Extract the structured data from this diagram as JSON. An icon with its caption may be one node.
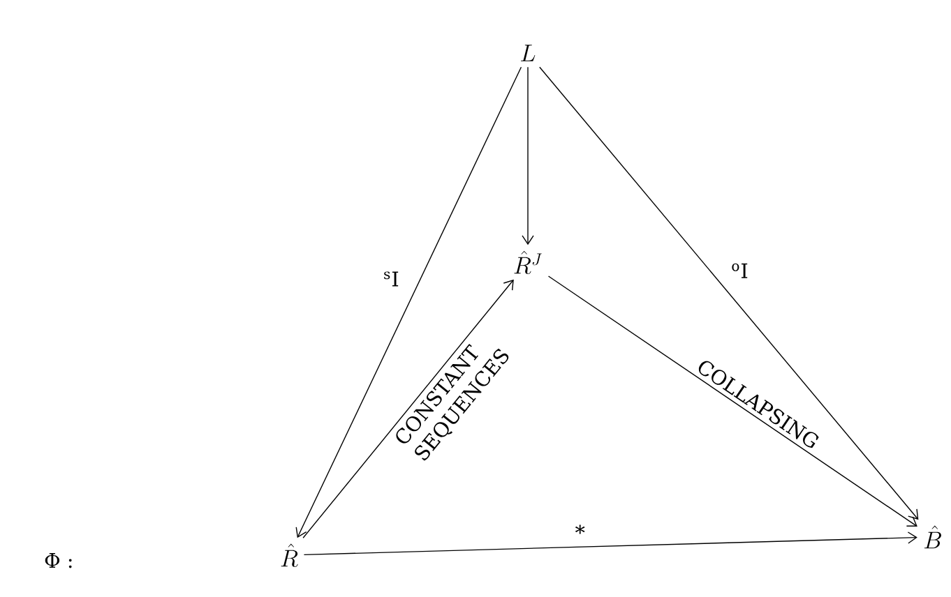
{
  "diagram": {
    "nodes": [
      {
        "text": [
          "L"
        ]
      },
      {
        "text": [
          "\\hat{R}^{J}"
        ]
      },
      {
        "text": [
          "\\hat{R}"
        ]
      },
      {
        "text": [
          "\\hat{B}"
        ]
      }
    ],
    "edges": [
      {
        "from": 0,
        "to": 1,
        "arrow": "to"
      },
      {
        "from": 0,
        "to": 2,
        "arrow": "to",
        "label": "$^{s}$I"
      },
      {
        "from": 0,
        "to": 3,
        "arrow": "to",
        "label": "$^{o}$I"
      },
      {
        "from": 2,
        "to": 1,
        "arrow": "to",
        "label": "CONSTANT SEQUENCES"
      },
      {
        "from": 1,
        "to": 3,
        "arrow": "to",
        "label": "COLLAPSING"
      },
      {
        "from": 2,
        "to": 3,
        "arrow": "to",
        "label": "*"
      }
    ],
    "labels": [
      "Φ :"
    ]
  }
}
